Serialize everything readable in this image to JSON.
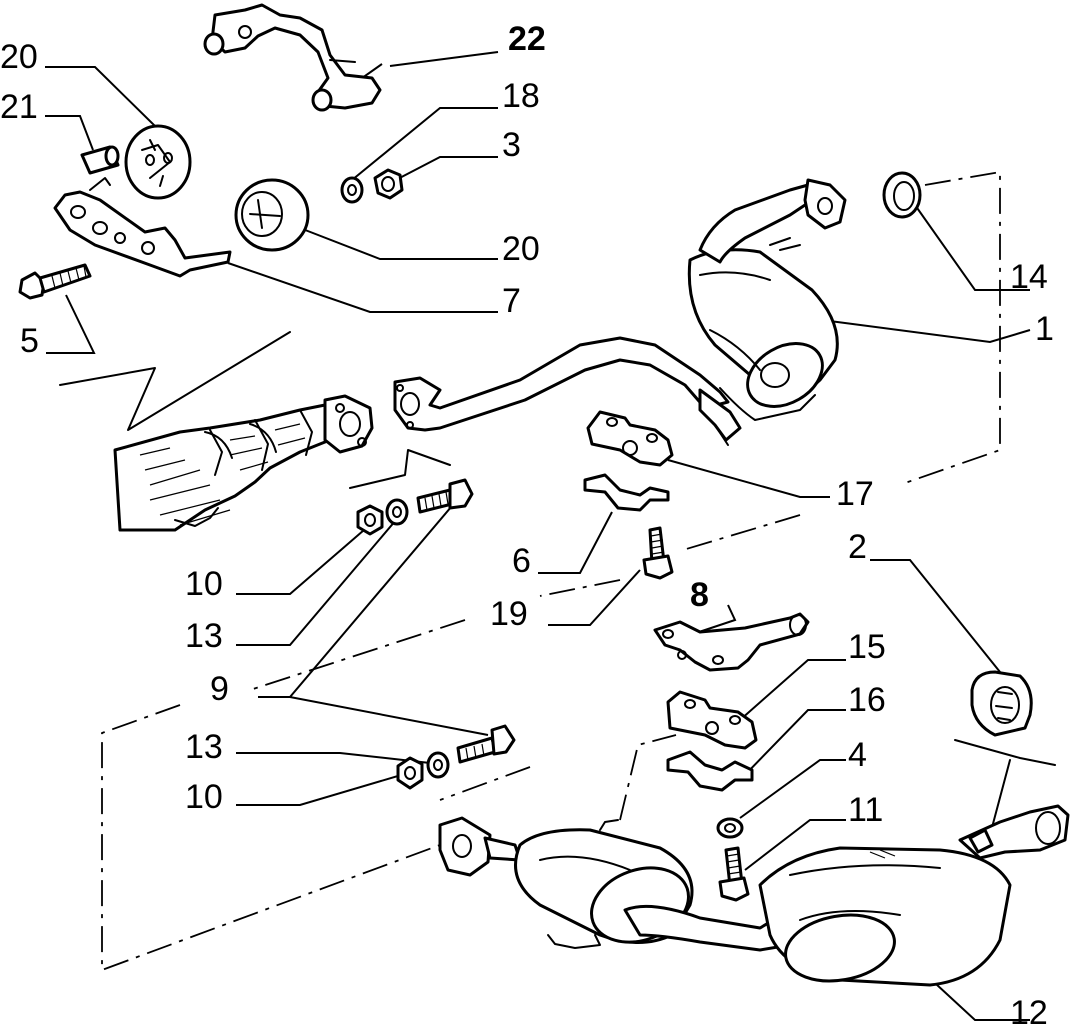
{
  "diagram": {
    "callouts": [
      {
        "id": "c1",
        "text": "1"
      },
      {
        "id": "c2",
        "text": "2"
      },
      {
        "id": "c3",
        "text": "3"
      },
      {
        "id": "c4",
        "text": "4"
      },
      {
        "id": "c5",
        "text": "5"
      },
      {
        "id": "c6",
        "text": "6"
      },
      {
        "id": "c7",
        "text": "7"
      },
      {
        "id": "c8",
        "text": "8"
      },
      {
        "id": "c9",
        "text": "9"
      },
      {
        "id": "c10a",
        "text": "10"
      },
      {
        "id": "c10b",
        "text": "10"
      },
      {
        "id": "c11",
        "text": "11"
      },
      {
        "id": "c12",
        "text": "12"
      },
      {
        "id": "c13a",
        "text": "13"
      },
      {
        "id": "c13b",
        "text": "13"
      },
      {
        "id": "c14",
        "text": "14"
      },
      {
        "id": "c15",
        "text": "15"
      },
      {
        "id": "c16",
        "text": "16"
      },
      {
        "id": "c17",
        "text": "17"
      },
      {
        "id": "c18",
        "text": "18"
      },
      {
        "id": "c19",
        "text": "19"
      },
      {
        "id": "c20a",
        "text": "20"
      },
      {
        "id": "c20b",
        "text": "20"
      },
      {
        "id": "c21",
        "text": "21"
      },
      {
        "id": "c22",
        "text": "22"
      }
    ]
  }
}
